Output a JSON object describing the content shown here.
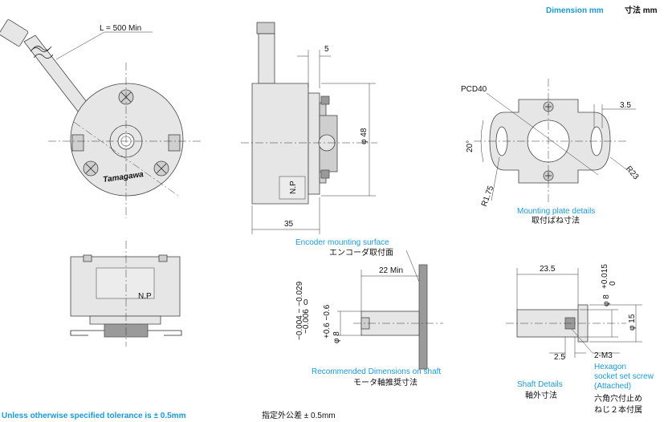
{
  "header": {
    "units_en": "Dimension mm",
    "units_jp": "寸法 mm"
  },
  "front_view": {
    "cable_length": "L = 500 Min",
    "logo": "Tamagawa"
  },
  "side_view": {
    "dim_flange": "5",
    "dim_height": "φ 48",
    "dim_length": "35",
    "nameplate": "N.P"
  },
  "plate_view": {
    "pcd": "PCD40",
    "angle": "20°",
    "radius_small": "R1.75",
    "radius_large": "R23",
    "dim_thickness": "3.5",
    "title_en": "Mounting plate details",
    "title_jp": "取付ばね寸法"
  },
  "bottom_view": {
    "nameplate": "N.P"
  },
  "shaft_recommended": {
    "surface_en": "Encoder mounting surface",
    "surface_jp": "エンコーダ取付面",
    "dim_depth": "22 Min",
    "dim_dia": "φ 8",
    "tolerance": "+0.6 −0.6",
    "tol_upper": "−0.006",
    "tol_lower": "−0.004 ~ −0.029",
    "tol_zero": "0",
    "title_en": "Recommended Dimensions on shaft",
    "title_jp": "モータ軸推奨寸法"
  },
  "shaft_details": {
    "dim_length": "23.5",
    "dim_dia": "φ 8",
    "dim_tol_upper": "+0.015",
    "dim_tol_lower": "0",
    "dim_outer": "φ 15",
    "dim_setscrew_pos": "2.5",
    "setscrew": "2-M3",
    "setscrew_en_1": "Hexagon",
    "setscrew_en_2": "socket set screw",
    "setscrew_en_3": "(Attached)",
    "setscrew_jp_1": "六角穴付止め",
    "setscrew_jp_2": "ねじ２本付属",
    "title_en": "Shaft Details",
    "title_jp": "軸外寸法"
  },
  "footer": {
    "tolerance_en": "Unless otherwise specified tolerance is ± 0.5mm",
    "tolerance_jp": "指定外公差 ± 0.5mm"
  }
}
